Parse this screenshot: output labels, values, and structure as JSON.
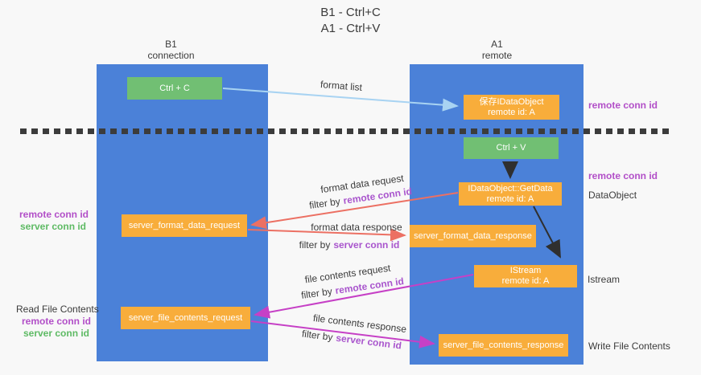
{
  "title": {
    "line1": "B1 - Ctrl+C",
    "line2": "A1 - Ctrl+V"
  },
  "lanes": {
    "b1": {
      "name": "B1",
      "sub": "connection"
    },
    "a1": {
      "name": "A1",
      "sub": "remote"
    }
  },
  "nodes": {
    "ctrl_c": {
      "label": "Ctrl + C"
    },
    "save_idataobject": {
      "line1": "保存IDataObject",
      "line2": "remote id: A"
    },
    "ctrl_v": {
      "label": "Ctrl + V"
    },
    "getdata": {
      "line1": "IDataObject::GetData",
      "line2": "remote id: A"
    },
    "format_request": {
      "label": "server_format_data_request"
    },
    "format_response": {
      "label": "server_format_data_response"
    },
    "istream": {
      "line1": "IStream",
      "line2": "remote id: A"
    },
    "file_request": {
      "label": "server_file_contents_request"
    },
    "file_response": {
      "label": "server_file_contents_response"
    }
  },
  "edges": {
    "format_list": {
      "label": "format list"
    },
    "format_data_request": {
      "label": "format data request",
      "filter_prefix": "filter by",
      "filter_id": "remote conn id"
    },
    "format_data_response": {
      "label": "format data response",
      "filter_prefix": "filter by",
      "filter_id": "server conn id"
    },
    "file_contents_request": {
      "label": "file contents request",
      "filter_prefix": "filter by",
      "filter_id": "remote conn id"
    },
    "file_contents_response": {
      "label": "file contents response",
      "filter_prefix": "filter by",
      "filter_id": "server conn id"
    }
  },
  "side_labels": {
    "left_top": {
      "remote": "remote conn id",
      "server": "server conn id"
    },
    "left_bottom": {
      "title": "Read File Contents",
      "remote": "remote conn id",
      "server": "server conn id"
    },
    "right_top_remote": "remote conn id",
    "right_mid_remote": "remote conn id",
    "right_dataobject": "DataObject",
    "right_istream": "Istream",
    "right_write": "Write File Contents"
  },
  "colors": {
    "background": "#f8f8f8",
    "lane_blue": "#4b81d8",
    "green_box": "#71bf73",
    "orange_box": "#f8ad3b",
    "purple_label": "#b24fc8",
    "green_label": "#5eba64",
    "filter_purple": "#a955cd",
    "salmon_arrow": "#ec7063",
    "magenta_arrow": "#c640c6",
    "light_blue_arrow": "#a8d3f2",
    "black_arrow": "#2f2f2f",
    "text": "#3b3b3b"
  }
}
